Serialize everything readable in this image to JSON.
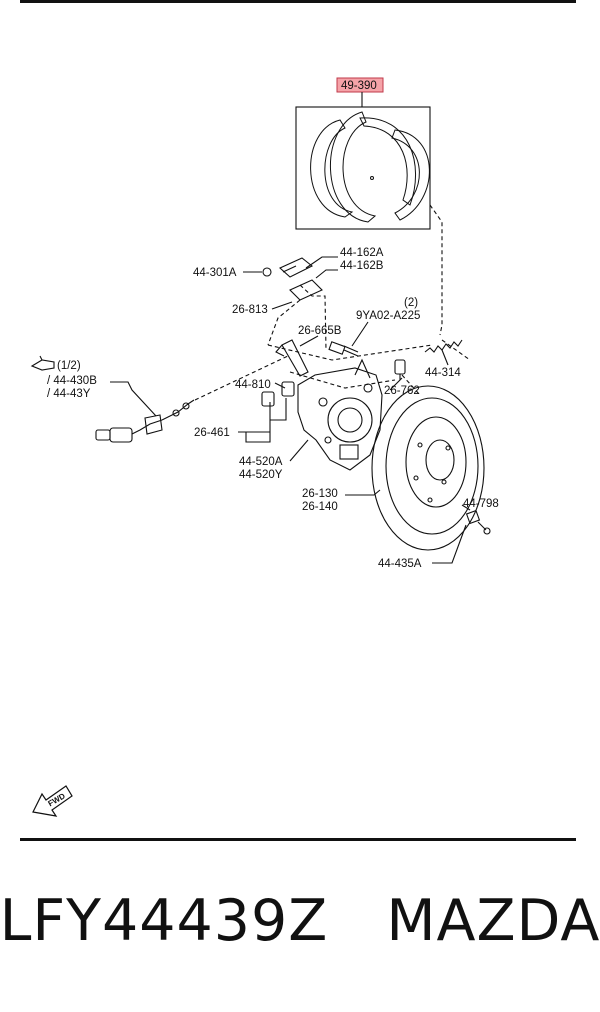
{
  "highlight_color": "#f5a3a8",
  "parts": {
    "p49_390": "49-390",
    "p44_162A": "44-162A",
    "p44_162B": "44-162B",
    "p44_301A": "44-301A",
    "p26_813": "26-813",
    "p9YA02_qty": "(2)",
    "p9YA02": "9YA02-A225",
    "p26_665B": "26-665B",
    "ref_page": "(1/2)",
    "p44_430B": "/ 44-430B",
    "p44_43Y": "/ 44-43Y",
    "p44_314": "44-314",
    "p44_810": "44-810",
    "p26_762": "26-762",
    "p26_461": "26-461",
    "p44_520A": "44-520A",
    "p44_520Y": "44-520Y",
    "p26_130": "26-130",
    "p26_140": "26-140",
    "p44_798": "44-798",
    "p44_435A": "44-435A"
  },
  "fwd_label": "FWD",
  "footer": {
    "part_number": "LFY44439Z",
    "brand": "MAZDA"
  }
}
